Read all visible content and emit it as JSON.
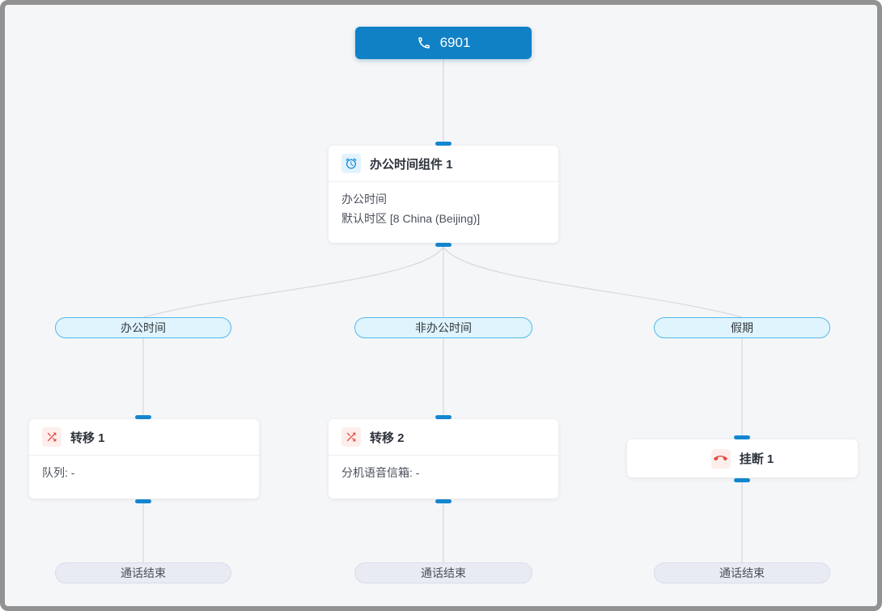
{
  "canvas": {
    "background": "#f5f6f8",
    "frame_border": "#929292",
    "wire_color": "#d6d9e1",
    "port_color": "#1488d2"
  },
  "colors": {
    "accent_blue": "#1181c5",
    "icon_blue": "#1489d8",
    "icon_red": "#e64c3f",
    "branch_pill_bg": "#dff4fd",
    "branch_pill_border": "#54b9e9",
    "end_pill_bg": "#e9ebf4"
  },
  "nodes": {
    "entry": {
      "label": "6901",
      "icon": "phone-icon"
    },
    "office": {
      "title": "办公时间组件 1",
      "icon": "alarm-clock-icon",
      "line1": "办公时间",
      "line2": "默认时区 [8 China (Beijing)]"
    },
    "transfer1": {
      "title": "转移 1",
      "icon": "shuffle-icon",
      "detail": "队列: -"
    },
    "transfer2": {
      "title": "转移 2",
      "icon": "shuffle-icon",
      "detail": "分机语音信箱: -"
    },
    "hangup": {
      "title": "挂断 1",
      "icon": "hangup-phone-icon"
    }
  },
  "branches": [
    {
      "label": "办公时间"
    },
    {
      "label": "非办公时间"
    },
    {
      "label": "假期"
    }
  ],
  "ends": [
    {
      "label": "通话结束"
    },
    {
      "label": "通话结束"
    },
    {
      "label": "通话结束"
    }
  ]
}
